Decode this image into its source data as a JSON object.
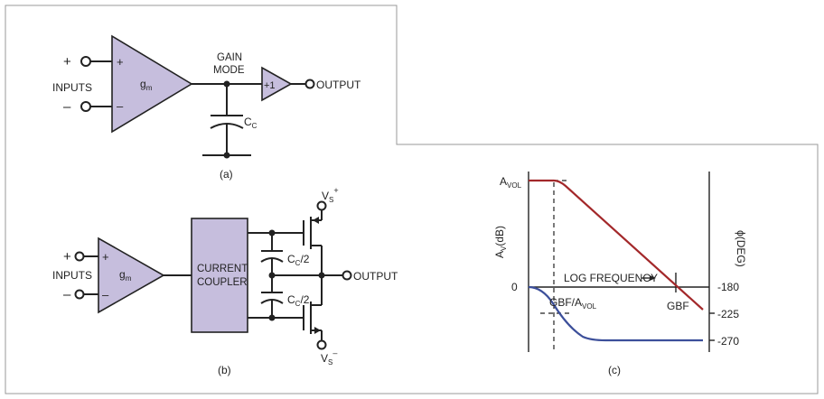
{
  "panel_a": {
    "caption": "(a)",
    "plus": "+",
    "minus": "–",
    "inputs": "INPUTS",
    "amp_plus": "+",
    "amp_minus": "–",
    "gm_base": "g",
    "gm_sub": "m",
    "gain_node_line1": "GAIN",
    "gain_node_line2": "MODE",
    "buffer_label": "+1",
    "output": "OUTPUT",
    "cap_base": "C",
    "cap_sub": "C"
  },
  "panel_b": {
    "caption": "(b)",
    "plus": "+",
    "minus": "–",
    "inputs": "INPUTS",
    "amp_plus": "+",
    "amp_minus": "–",
    "gm_base": "g",
    "gm_sub": "m",
    "coupler_line1": "CURRENT",
    "coupler_line2": "COUPLER",
    "cap_top_base": "C",
    "cap_top_sub": "C",
    "cap_top_suffix": "/2",
    "cap_bot_base": "C",
    "cap_bot_sub": "C",
    "cap_bot_suffix": "/2",
    "output": "OUTPUT",
    "vs_top_base": "V",
    "vs_top_sub": "S",
    "vs_top_sup": "+",
    "vs_bot_base": "V",
    "vs_bot_sub": "S",
    "vs_bot_sup": "–"
  },
  "panel_c": {
    "caption": "(c)",
    "avol_base": "A",
    "avol_sub": "VOL",
    "zero": "0",
    "ylabel_base": "A",
    "ylabel_sub": "V",
    "ylabel_suffix": "(dB)",
    "y2label": "ϕ(DEG)",
    "log_frequency": "LOG FREQUENCY",
    "gbf": "GBF",
    "gbf_avol_base": "GBF/A",
    "gbf_avol_sub": "VOL",
    "phase_ticks": [
      "-180",
      "-225",
      "-270"
    ],
    "colors": {
      "gain_curve": "#a3282a",
      "phase_curve": "#3c4f9a",
      "amp_fill": "#c6bedd"
    }
  }
}
